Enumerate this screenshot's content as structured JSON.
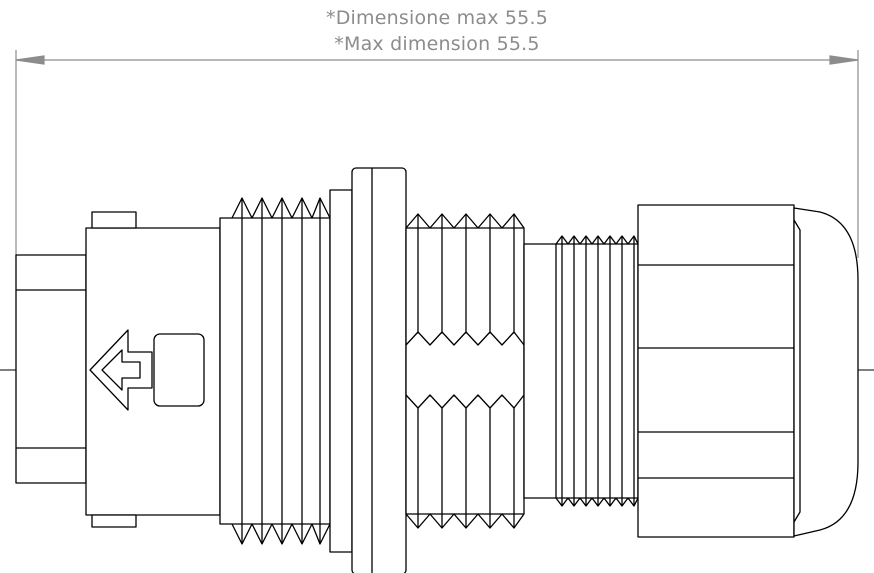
{
  "dimension": {
    "label_it": "*Dimensione max 55.5",
    "label_en": "*Max dimension 55.5",
    "color": "#8c8c8c"
  },
  "drawing": {
    "line_color": "#000000",
    "subject": "connector"
  }
}
